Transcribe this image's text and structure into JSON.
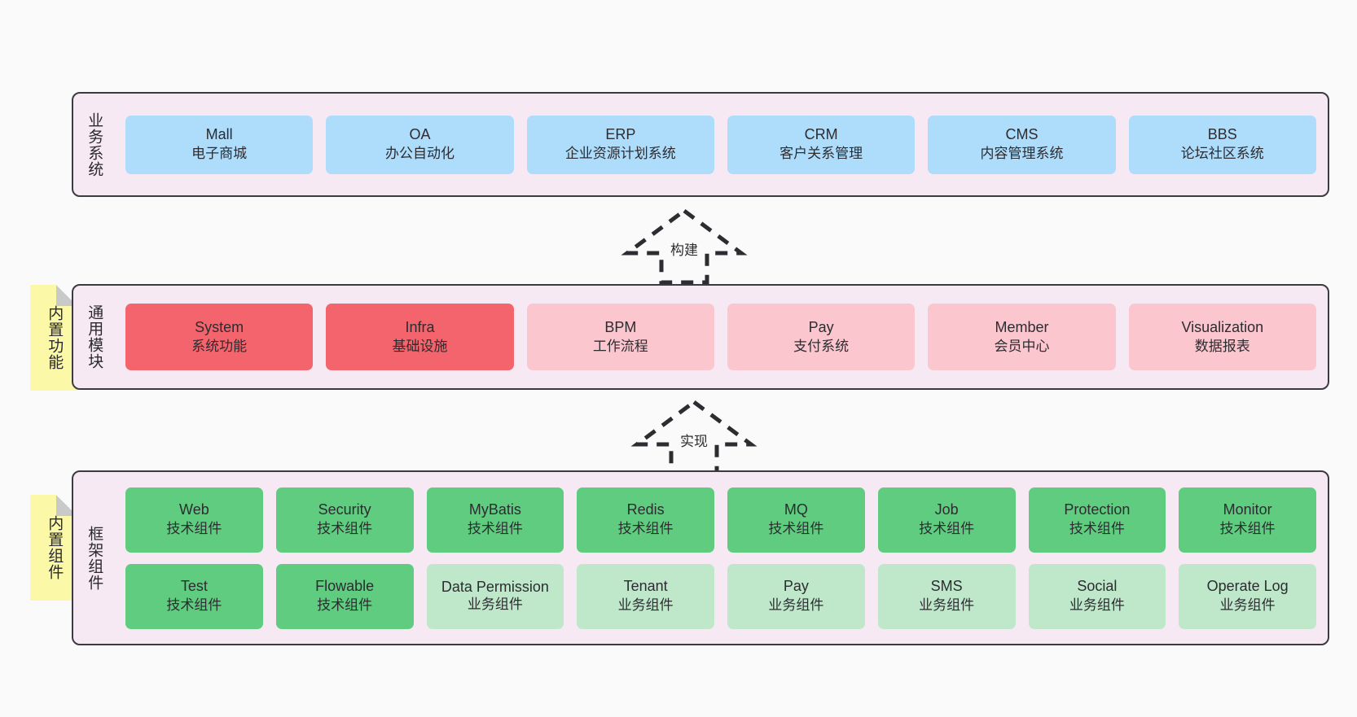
{
  "diagram": {
    "background_color": "#fafafa",
    "panel_color": "#f7e9f4",
    "panel_border_color": "#3b3b42",
    "sticky_color": "#fbf8a8"
  },
  "layers": [
    {
      "id": "business",
      "title": "业务系统",
      "cards": [
        {
          "name": "Mall",
          "desc": "电子商城",
          "color": "#aedcfb"
        },
        {
          "name": "OA",
          "desc": "办公自动化",
          "color": "#aedcfb"
        },
        {
          "name": "ERP",
          "desc": "企业资源计划系统",
          "color": "#aedcfb"
        },
        {
          "name": "CRM",
          "desc": "客户关系管理",
          "color": "#aedcfb"
        },
        {
          "name": "CMS",
          "desc": "内容管理系统",
          "color": "#aedcfb"
        },
        {
          "name": "BBS",
          "desc": "论坛社区系统",
          "color": "#aedcfb"
        }
      ]
    },
    {
      "id": "modules",
      "title": "通用模块",
      "sticky": "内置功能",
      "cards": [
        {
          "name": "System",
          "desc": "系统功能",
          "color": "#f4646c"
        },
        {
          "name": "Infra",
          "desc": "基础设施",
          "color": "#f4646c"
        },
        {
          "name": "BPM",
          "desc": "工作流程",
          "color": "#fbc6ce"
        },
        {
          "name": "Pay",
          "desc": "支付系统",
          "color": "#fbc6ce"
        },
        {
          "name": "Member",
          "desc": "会员中心",
          "color": "#fbc6ce"
        },
        {
          "name": "Visualization",
          "desc": "数据报表",
          "color": "#fbc6ce"
        }
      ]
    },
    {
      "id": "framework",
      "title": "框架组件",
      "sticky": "内置组件",
      "rows": [
        [
          {
            "name": "Web",
            "desc": "技术组件",
            "color": "#5fcc7f"
          },
          {
            "name": "Security",
            "desc": "技术组件",
            "color": "#5fcc7f"
          },
          {
            "name": "MyBatis",
            "desc": "技术组件",
            "color": "#5fcc7f"
          },
          {
            "name": "Redis",
            "desc": "技术组件",
            "color": "#5fcc7f"
          },
          {
            "name": "MQ",
            "desc": "技术组件",
            "color": "#5fcc7f"
          },
          {
            "name": "Job",
            "desc": "技术组件",
            "color": "#5fcc7f"
          },
          {
            "name": "Protection",
            "desc": "技术组件",
            "color": "#5fcc7f"
          },
          {
            "name": "Monitor",
            "desc": "技术组件",
            "color": "#5fcc7f"
          }
        ],
        [
          {
            "name": "Test",
            "desc": "技术组件",
            "color": "#5fcc7f"
          },
          {
            "name": "Flowable",
            "desc": "技术组件",
            "color": "#5fcc7f"
          },
          {
            "name": "Data Permission",
            "desc": "业务组件",
            "color": "#bfe8cb"
          },
          {
            "name": "Tenant",
            "desc": "业务组件",
            "color": "#bfe8cb"
          },
          {
            "name": "Pay",
            "desc": "业务组件",
            "color": "#bfe8cb"
          },
          {
            "name": "SMS",
            "desc": "业务组件",
            "color": "#bfe8cb"
          },
          {
            "name": "Social",
            "desc": "业务组件",
            "color": "#bfe8cb"
          },
          {
            "name": "Operate Log",
            "desc": "业务组件",
            "color": "#bfe8cb"
          }
        ]
      ]
    }
  ],
  "arrows": [
    {
      "id": "build",
      "label": "构建"
    },
    {
      "id": "impl",
      "label": "实现"
    }
  ]
}
